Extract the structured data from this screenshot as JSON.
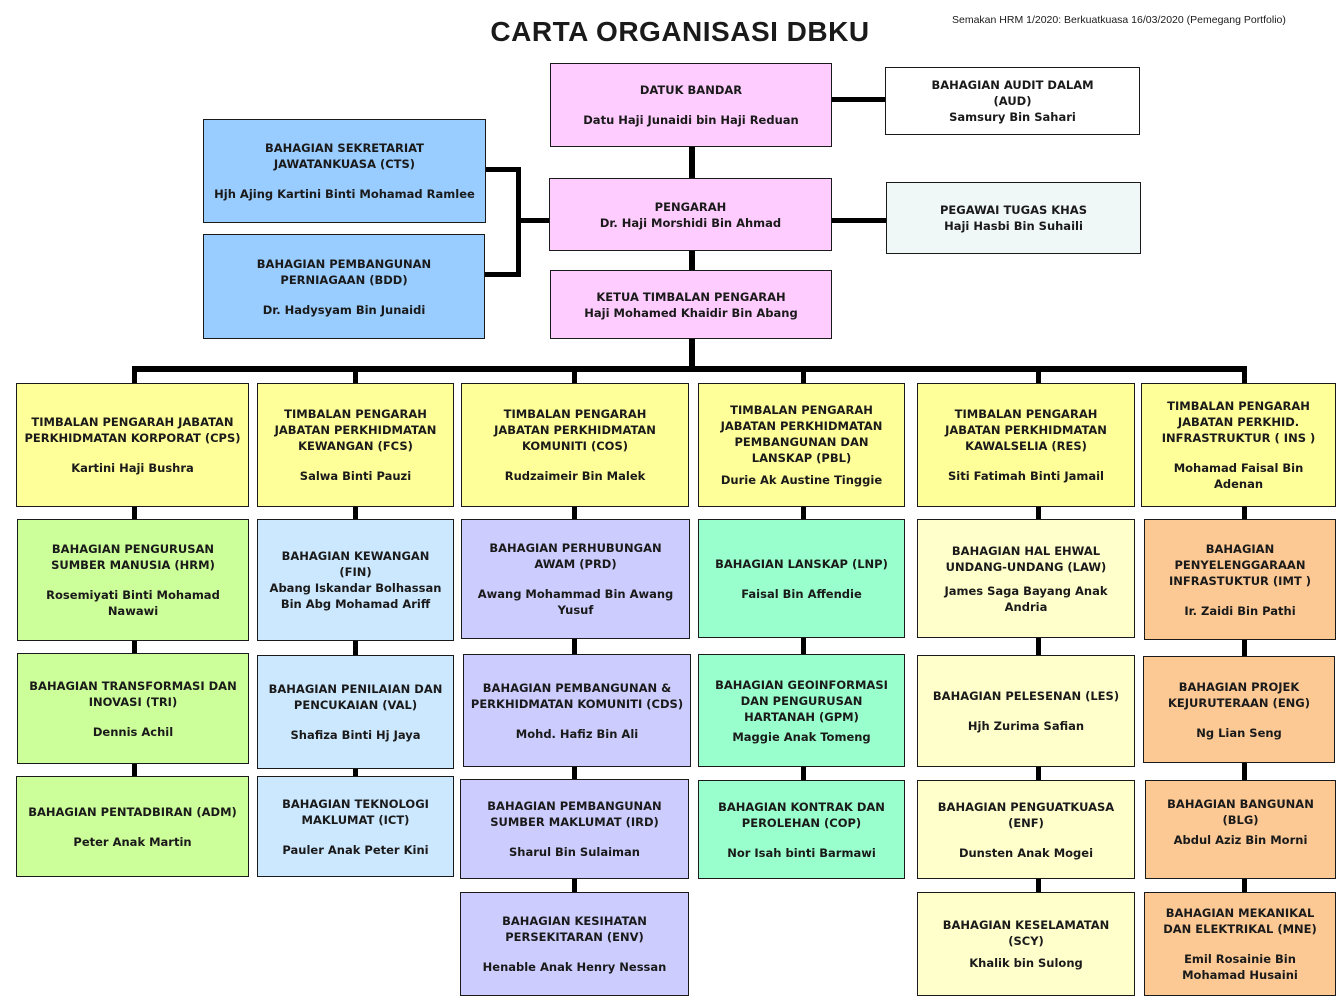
{
  "header": {
    "title": "CARTA ORGANISASI DBKU",
    "revision": "Semakan HRM 1/2020:  Berkuatkuasa 16/03/2020 (Pemegang Portfolio)"
  },
  "top": {
    "datuk_bandar": {
      "unit": "DATUK BANDAR",
      "person": "Datu Haji Junaidi bin Haji Reduan"
    },
    "audit": {
      "unit": "BAHAGIAN AUDIT DALAM\n(AUD)",
      "person": "Samsury Bin Sahari"
    },
    "pengarah": {
      "unit": "PENGARAH",
      "person": "Dr. Haji Morshidi Bin Ahmad"
    },
    "tugas_khas": {
      "unit": "PEGAWAI TUGAS KHAS",
      "person": "Haji Hasbi Bin Suhaili"
    },
    "ketua_timbalan": {
      "unit": "KETUA TIMBALAN  PENGARAH",
      "person": "Haji Mohamed Khaidir Bin Abang"
    },
    "cts": {
      "unit": "BAHAGIAN SEKRETARIAT\nJAWATANKUASA (CTS)",
      "person": "Hjh Ajing Kartini Binti Mohamad Ramlee"
    },
    "bdd": {
      "unit": "BAHAGIAN PEMBANGUNAN\nPERNIAGAAN (BDD)",
      "person": "Dr. Hadysyam Bin Junaidi"
    }
  },
  "columns": [
    {
      "head": {
        "unit": "TIMBALAN PENGARAH JABATAN\nPERKHIDMATAN KORPORAT (CPS)",
        "person": "Kartini Haji Bushra"
      },
      "divisions": [
        {
          "unit": "BAHAGIAN PENGURUSAN\nSUMBER MANUSIA (HRM)",
          "person": "Rosemiyati Binti Mohamad\nNawawi"
        },
        {
          "unit": "BAHAGIAN TRANSFORMASI DAN\nINOVASI (TRI)",
          "person": "Dennis Achil"
        },
        {
          "unit": "BAHAGIAN PENTADBIRAN (ADM)",
          "person": "Peter Anak Martin"
        }
      ]
    },
    {
      "head": {
        "unit": "TIMBALAN PENGARAH\nJABATAN PERKHIDMATAN\nKEWANGAN (FCS)",
        "person": "Salwa Binti Pauzi"
      },
      "divisions": [
        {
          "unit": "BAHAGIAN KEWANGAN\n(FIN)",
          "person": "Abang Iskandar Bolhassan\nBin Abg Mohamad  Ariff"
        },
        {
          "unit": "BAHAGIAN PENILAIAN DAN\nPENCUKAIAN (VAL)",
          "person": "Shafiza Binti Hj Jaya"
        },
        {
          "unit": "BAHAGIAN TEKNOLOGI\nMAKLUMAT  (ICT)",
          "person": "Pauler Anak Peter Kini"
        }
      ]
    },
    {
      "head": {
        "unit": "TIMBALAN PENGARAH\nJABATAN PERKHIDMATAN\nKOMUNITI  (COS)",
        "person": "Rudzaimeir Bin Malek"
      },
      "divisions": [
        {
          "unit": "BAHAGIAN PERHUBUNGAN\nAWAM  (PRD)",
          "person": "Awang Mohammad Bin Awang\nYusuf"
        },
        {
          "unit": "BAHAGIAN PEMBANGUNAN &\nPERKHIDMATAN KOMUNITI (CDS)",
          "person": "Mohd. Hafiz Bin Ali"
        },
        {
          "unit": "BAHAGIAN PEMBANGUNAN\nSUMBER MAKLUMAT  (IRD)",
          "person": "Sharul Bin Sulaiman"
        },
        {
          "unit": "BAHAGIAN  KESIHATAN\nPERSEKITARAN (ENV)",
          "person": "Henable Anak Henry Nessan"
        }
      ]
    },
    {
      "head": {
        "unit": "TIMBALAN PENGARAH\nJABATAN PERKHIDMATAN\nPEMBANGUNAN DAN\nLANSKAP (PBL)",
        "person": "Durie Ak Austine Tinggie"
      },
      "divisions": [
        {
          "unit": "BAHAGIAN LANSKAP   (LNP)",
          "person": "Faisal Bin Affendie"
        },
        {
          "unit": "BAHAGIAN  GEOINFORMASI\nDAN PENGURUSAN\nHARTANAH (GPM)",
          "person": "Maggie Anak Tomeng"
        },
        {
          "unit": "BAHAGIAN KONTRAK DAN\nPEROLEHAN (COP)",
          "person": "Nor Isah binti Barmawi"
        }
      ]
    },
    {
      "head": {
        "unit": "TIMBALAN PENGARAH\nJABATAN PERKHIDMATAN\nKAWALSELIA (RES)",
        "person": "Siti Fatimah Binti Jamail"
      },
      "divisions": [
        {
          "unit": "BAHAGIAN HAL EHWAL\nUNDANG-UNDANG (LAW)",
          "person": "James Saga Bayang Anak\nAndria"
        },
        {
          "unit": "BAHAGIAN  PELESENAN (LES)",
          "person": "Hjh Zurima Safian"
        },
        {
          "unit": "BAHAGIAN PENGUATKUASA\n(ENF)",
          "person": "Dunsten  Anak Mogei"
        },
        {
          "unit": "BAHAGIAN KESELAMATAN\n(SCY)",
          "person": "Khalik bin Sulong"
        }
      ]
    },
    {
      "head": {
        "unit": "TIMBALAN PENGARAH\nJABATAN PERKHID.\nINFRASTRUKTUR ( INS )",
        "person": "Mohamad Faisal Bin\nAdenan"
      },
      "divisions": [
        {
          "unit": "BAHAGIAN\nPENYELENGGARAAN\nINFRASTUKTUR (IMT )",
          "person": "Ir. Zaidi Bin Pathi"
        },
        {
          "unit": "BAHAGIAN PROJEK\nKEJURUTERAAN (ENG)",
          "person": "Ng Lian Seng"
        },
        {
          "unit": "BAHAGIAN BANGUNAN\n(BLG)",
          "person": "Abdul Aziz Bin Morni"
        },
        {
          "unit": "BAHAGIAN MEKANIKAL\nDAN ELEKTRIKAL (MNE)",
          "person": "Emil Rosainie Bin\nMohamad Husaini"
        }
      ]
    }
  ]
}
